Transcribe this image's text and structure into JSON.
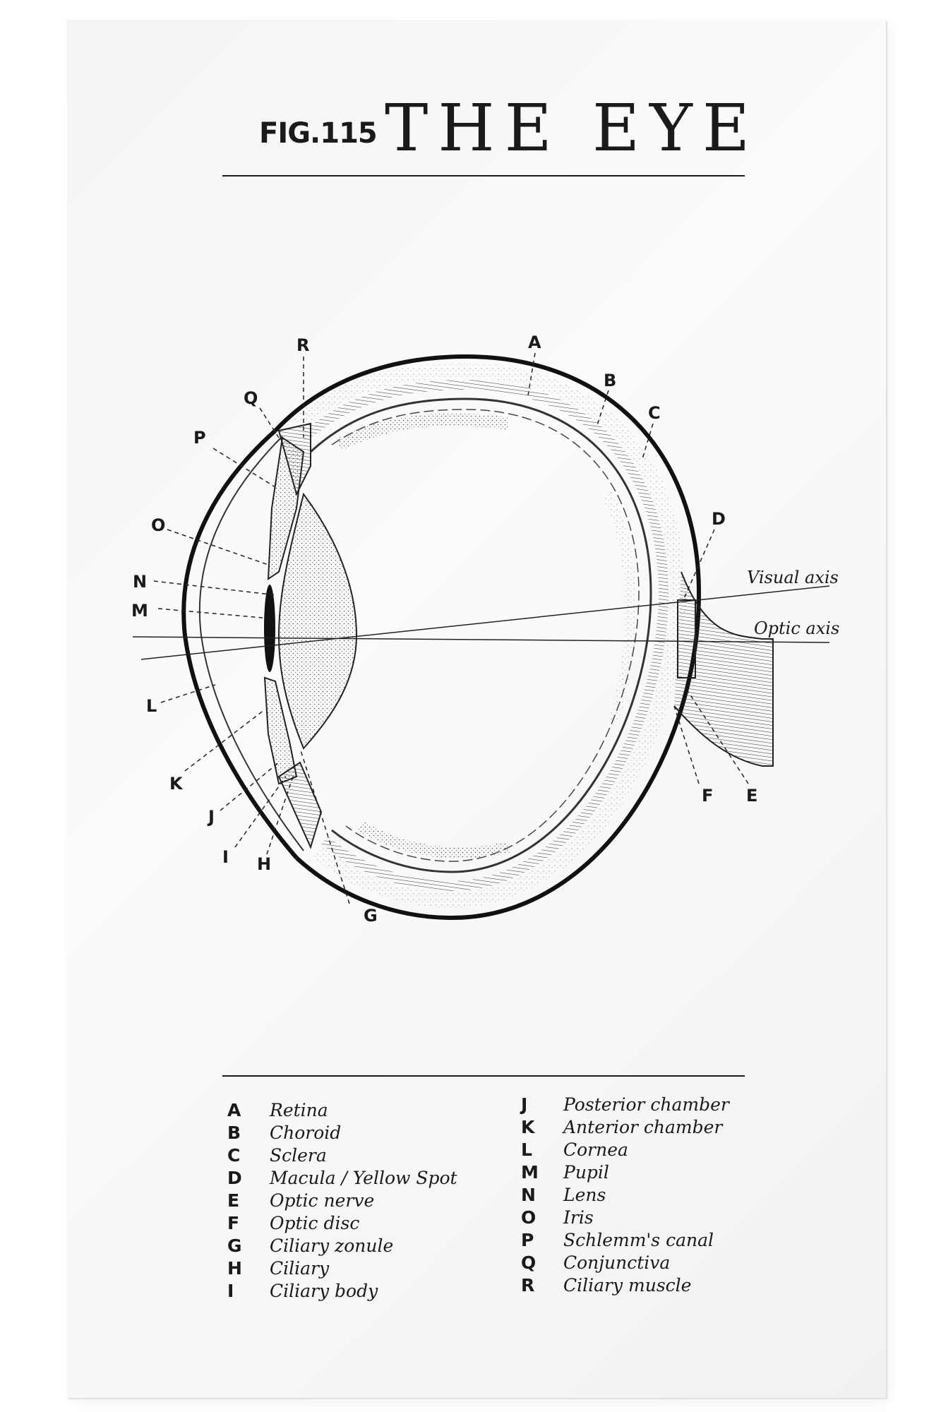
{
  "title": {
    "fig": "FIG.115",
    "main": "THE EYE"
  },
  "diagram": {
    "labels": {
      "A": "A",
      "B": "B",
      "C": "C",
      "D": "D",
      "E": "E",
      "F": "F",
      "G": "G",
      "H": "H",
      "I": "I",
      "J": "J",
      "K": "K",
      "L": "L",
      "M": "M",
      "N": "N",
      "O": "O",
      "P": "P",
      "Q": "Q",
      "R": "R"
    },
    "visual_axis": "Visual axis",
    "optic_axis": "Optic axis"
  },
  "legend": {
    "left": [
      {
        "key": "A",
        "text": "Retina"
      },
      {
        "key": "B",
        "text": "Choroid"
      },
      {
        "key": "C",
        "text": "Sclera"
      },
      {
        "key": "D",
        "text": "Macula / Yellow Spot"
      },
      {
        "key": "E",
        "text": "Optic nerve"
      },
      {
        "key": "F",
        "text": "Optic disc"
      },
      {
        "key": "G",
        "text": "Ciliary zonule"
      },
      {
        "key": "H",
        "text": "Ciliary"
      },
      {
        "key": "I",
        "text": "Ciliary body"
      }
    ],
    "right": [
      {
        "key": "J",
        "text": "Posterior chamber"
      },
      {
        "key": "K",
        "text": "Anterior chamber"
      },
      {
        "key": "L",
        "text": "Cornea"
      },
      {
        "key": "M",
        "text": "Pupil"
      },
      {
        "key": "N",
        "text": "Lens"
      },
      {
        "key": "O",
        "text": "Iris"
      },
      {
        "key": "P",
        "text": "Schlemm's canal"
      },
      {
        "key": "Q",
        "text": "Conjunctiva"
      },
      {
        "key": "R",
        "text": "Ciliary muscle"
      }
    ]
  }
}
